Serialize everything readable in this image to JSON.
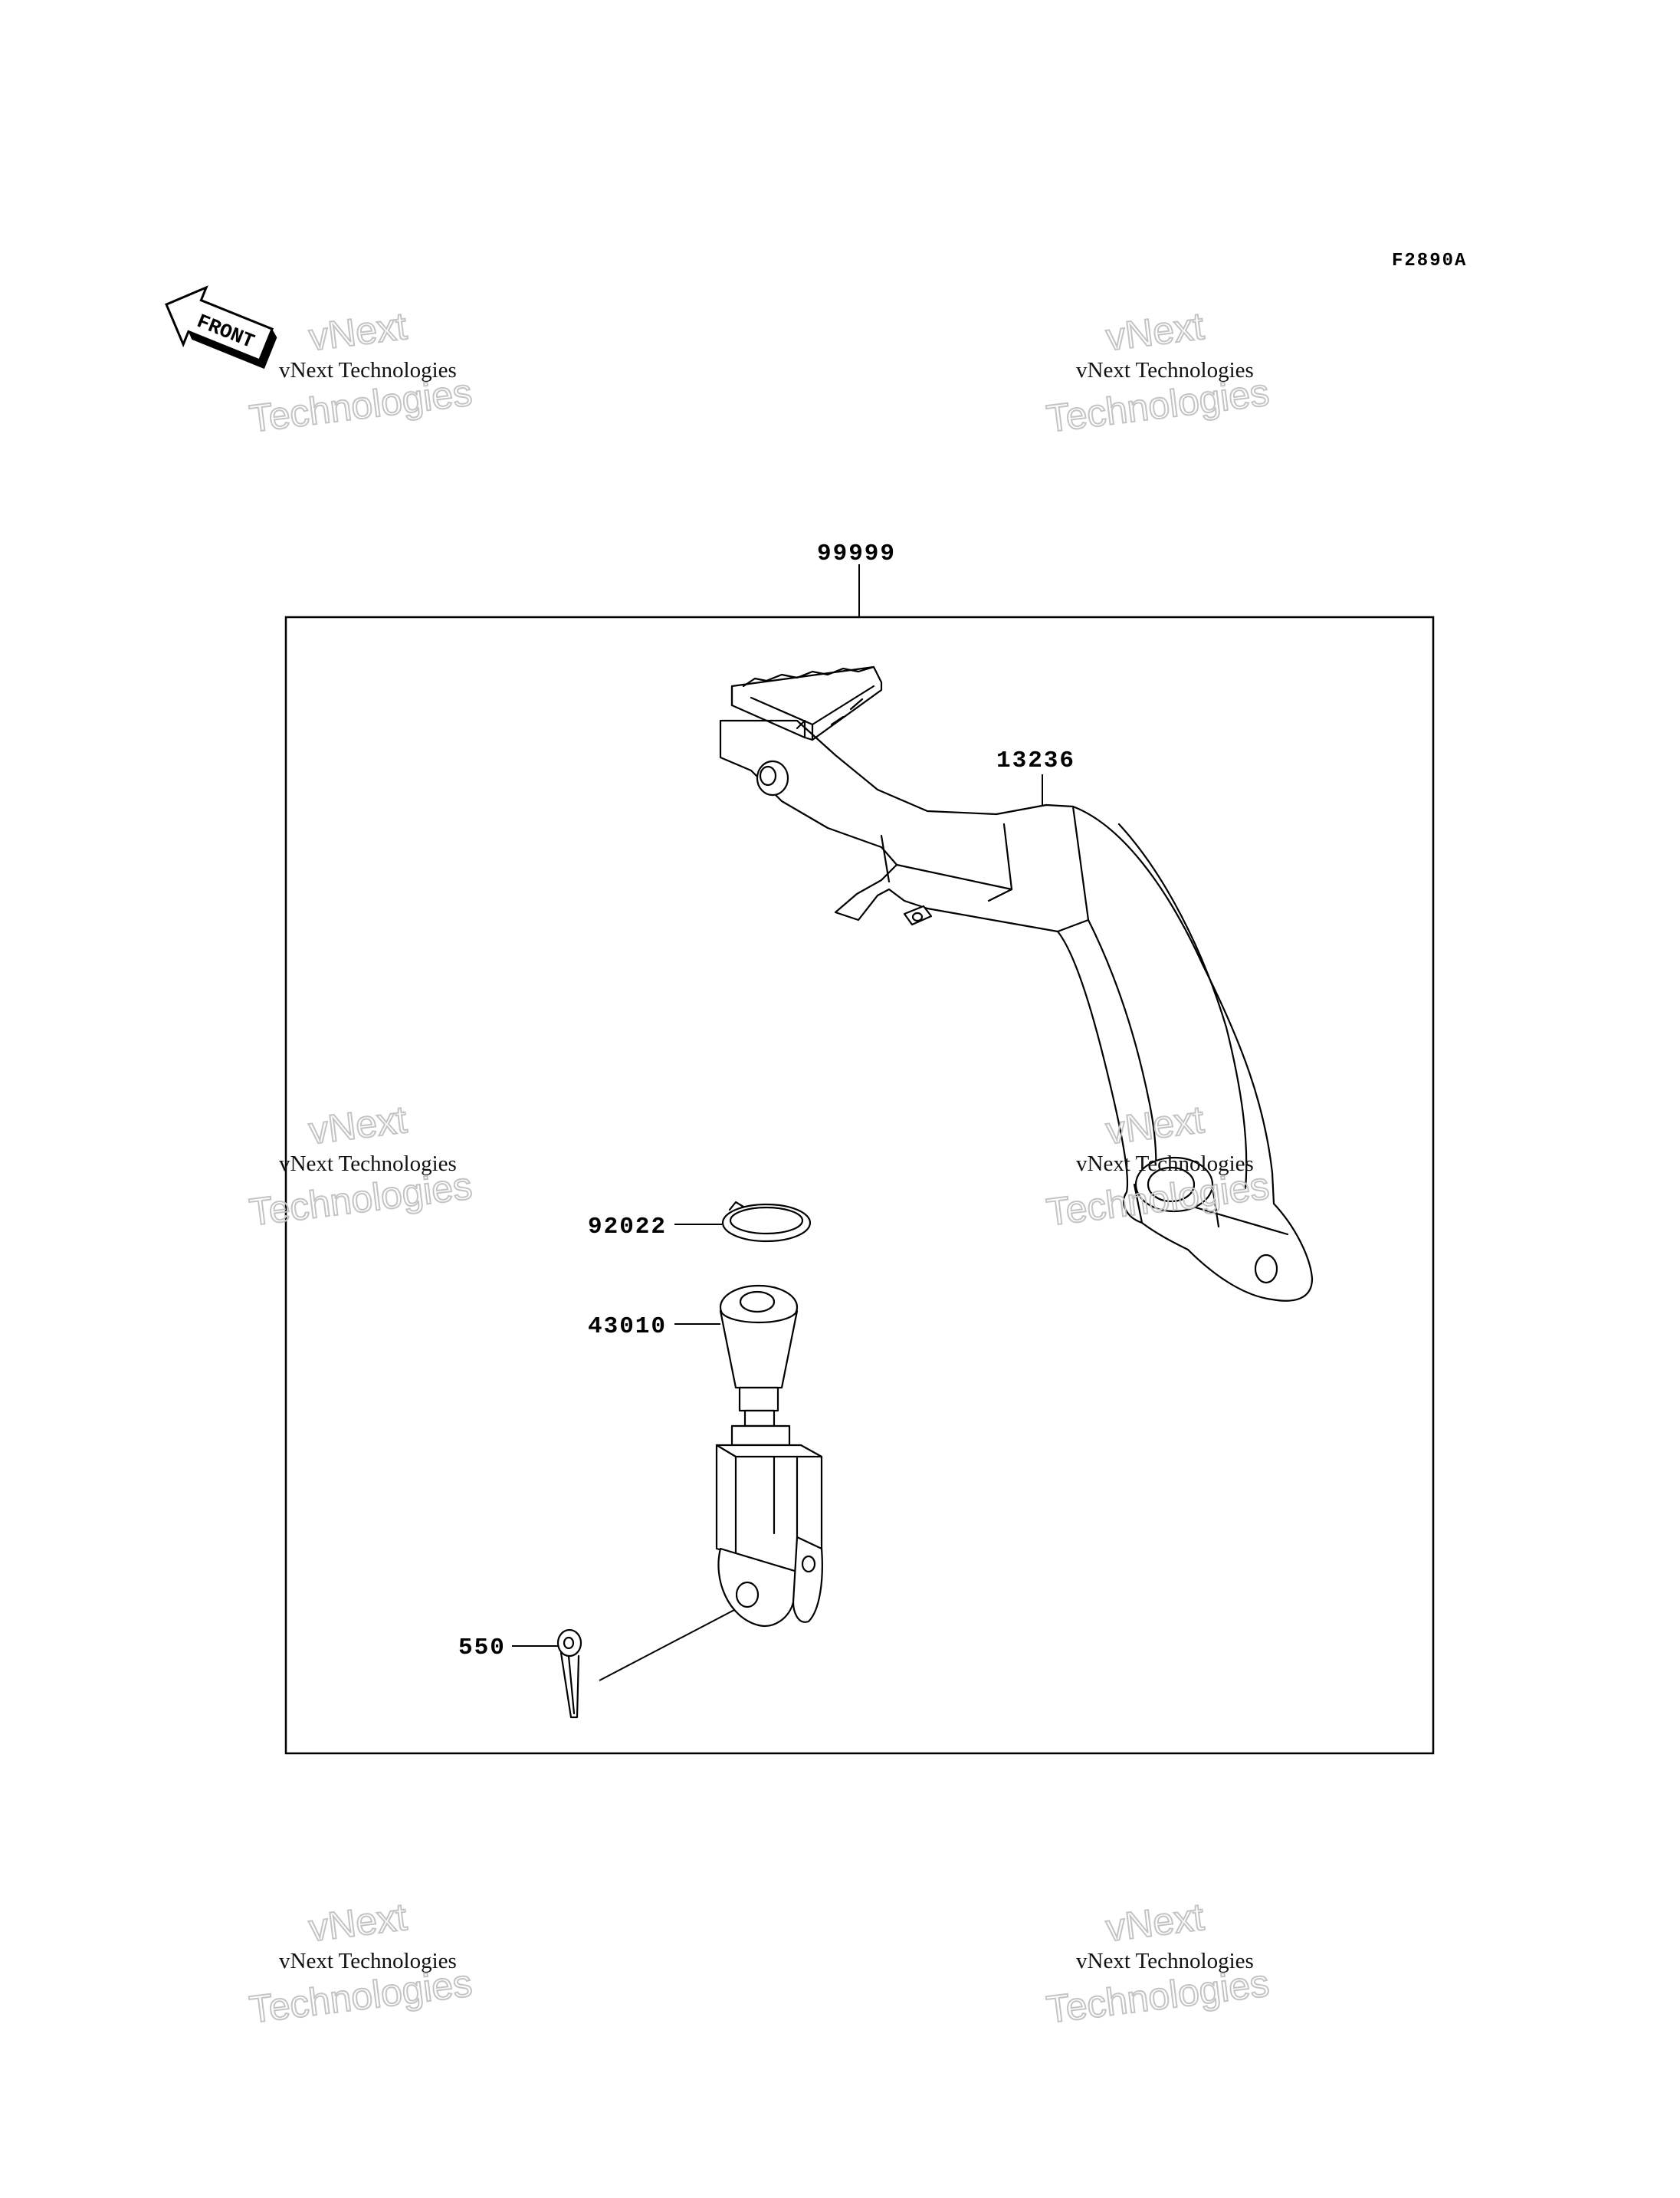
{
  "diagram": {
    "reference_code": "F2890A",
    "front_indicator": "FRONT",
    "parts": [
      {
        "id": "assembly",
        "number": "99999"
      },
      {
        "id": "brake-pedal",
        "number": "13236"
      },
      {
        "id": "circlip",
        "number": "92022"
      },
      {
        "id": "master-cylinder-joint",
        "number": "43010"
      },
      {
        "id": "cotter-pin",
        "number": "550"
      }
    ]
  },
  "watermarks": [
    {
      "line1": "vNext Technologies",
      "line2": "vNext",
      "line3": "Technologies"
    },
    {
      "line1": "vNext Technologies",
      "line2": "vNext",
      "line3": "Technologies"
    },
    {
      "line1": "vNext Technologies",
      "line2": "vNext",
      "line3": "Technologies"
    },
    {
      "line1": "vNext Technologies",
      "line2": "vNext",
      "line3": "Technologies"
    },
    {
      "line1": "vNext Technologies",
      "line2": "vNext",
      "line3": "Technologies"
    },
    {
      "line1": "vNext Technologies",
      "line2": "vNext",
      "line3": "Technologies"
    }
  ],
  "colors": {
    "line": "#000000",
    "background": "#ffffff",
    "watermark_outline": "#c4c4c4"
  }
}
